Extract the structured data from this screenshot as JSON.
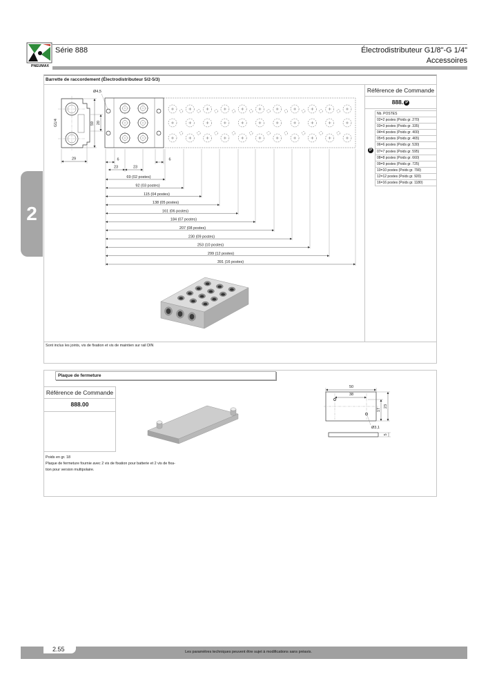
{
  "header": {
    "logo_text": "PNEUMAX",
    "series": "Série 888",
    "title": "Électrodistributeur G1/8\"-G 1/4\"",
    "subtitle": "Accessoires"
  },
  "chapter_tab": "2",
  "section1": {
    "title": "Barrette de raccordement (Électrodistributeur 5/2-5/3)",
    "order_ref_label": "Référence de Commande",
    "order_code": "888.",
    "order_code_marker": "P",
    "options_marker": "P",
    "options_header": "Nb. POSTES",
    "options": [
      "02=2 postes (Poids gr. 270)",
      "03=3 postes (Poids gr. 335)",
      "04=4 postes (Poids gr. 400)",
      "05=5 postes (Poids gr. 465)",
      "06=6 postes (Poids gr. 530)",
      "07=7 postes (Poids gr. 595)",
      "08=8 postes (Poids gr. 660)",
      "09=9 postes (Poids gr. 725)",
      "10=10 postes (Poids gr. 790)",
      "12=12 postes (Poids gr. 920)",
      "16=16 postes (Poids gr. 1180)"
    ],
    "drawing": {
      "hole": "Ø4,5",
      "thread": "G1/4",
      "height": "59",
      "port_spacing": "20",
      "width": "29",
      "end_left": "6",
      "end_right": "6",
      "pitch_1": "23",
      "pitch_2": "23"
    },
    "dimensions": [
      "69 (02 postes)",
      "92 (03 postes)",
      "115 (04 postes)",
      "138 (05 postes)",
      "161 (06 postes)",
      "184 (07 postes)",
      "207 (08 postes)",
      "230 (09 postes)",
      "253 (10 postes)",
      "299 (12 postes)",
      "391 (16 postes)"
    ],
    "note": "Sont inclus les joints, vis de fixation et vis de maintien sur rail DIN"
  },
  "section2": {
    "title": "Plaque de fermeture",
    "order_ref_label": "Référence de Commande",
    "order_code": "888.00",
    "drawing": {
      "width": "50",
      "hole_spacing": "38",
      "height": "23",
      "hole_offset": "17",
      "hole": "Ø3,1",
      "thickness": "5"
    },
    "notes": [
      "Poids en gr. 18",
      "Plaque de fermeture fournie avec 2 vis de fixation pour batterie et 2 vis de fixa-",
      "tion pour version multipolaire."
    ]
  },
  "footer": {
    "page": "2.55",
    "disclaimer": "Les paramètres techniques peuvent être sujet à modifications sans préavis."
  },
  "colors": {
    "band_gray": "#a6a6a6",
    "logo_green": "#2e8b3a",
    "rule_gray": "#c4c4c4"
  }
}
